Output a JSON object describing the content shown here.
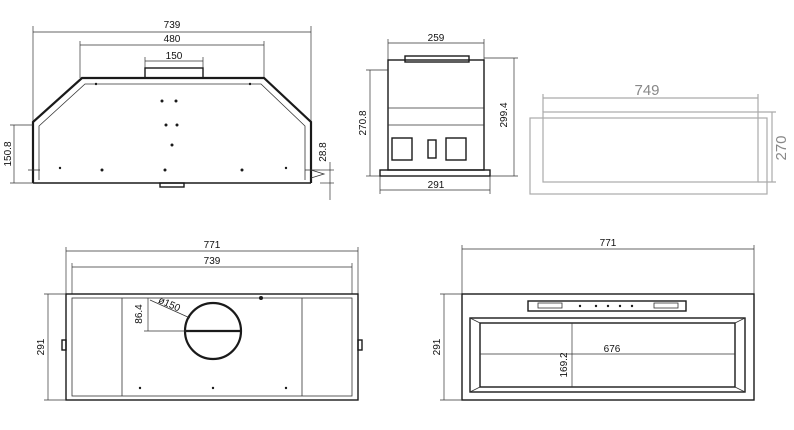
{
  "front_view": {
    "width_label": "739",
    "top_label": "480",
    "duct_label": "150",
    "height_label": "150.8",
    "side_label": "28.8"
  },
  "side_view": {
    "top_width_label": "259",
    "bottom_width_label": "291",
    "left_height_label": "270.8",
    "right_height_label": "299.4"
  },
  "cutout": {
    "width_label": "749",
    "height_label": "270"
  },
  "top_view": {
    "outer_width_label": "771",
    "inner_width_label": "739",
    "depth_label": "291",
    "duct_diameter_label": "ø150",
    "offset_label": "86.4"
  },
  "bottom_view": {
    "width_label": "771",
    "depth_label": "291",
    "filter_width_label": "676",
    "filter_depth_label": "169.2"
  }
}
